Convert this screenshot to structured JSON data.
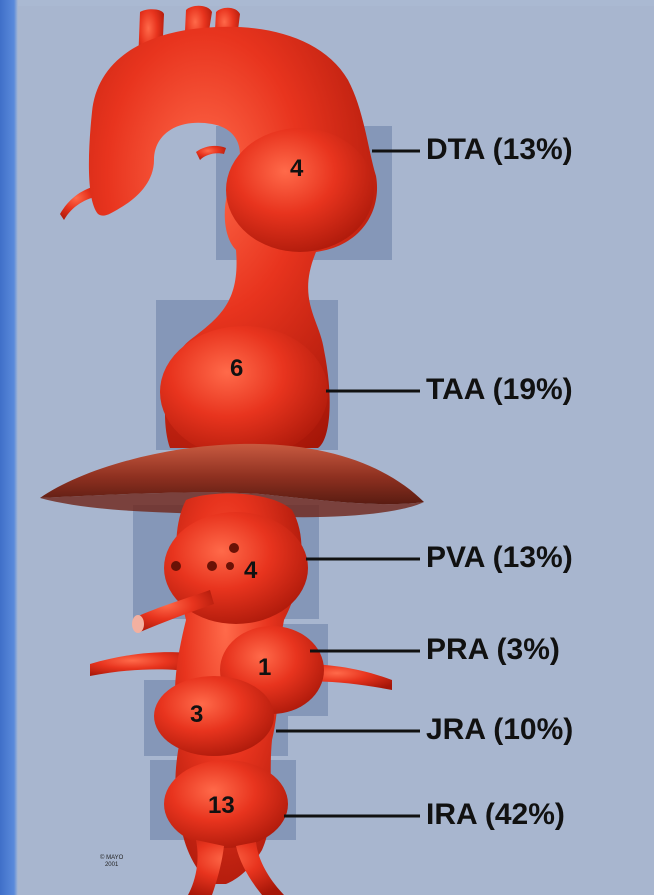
{
  "segments": [
    {
      "abbr_label": "DTA (13%)",
      "count": "4"
    },
    {
      "abbr_label": "TAA (19%)",
      "count": "6"
    },
    {
      "abbr_label": "PVA (13%)",
      "count": "4"
    },
    {
      "abbr_label": "PRA (3%)",
      "count": "1"
    },
    {
      "abbr_label": "JRA (10%)",
      "count": "3"
    },
    {
      "abbr_label": "IRA (42%)",
      "count": "13"
    }
  ],
  "copyright": [
    "© MAYO",
    "2001"
  ],
  "colors": {
    "background_panel": "#a8b6cf",
    "frame_blue": "#4a7ad0",
    "highlight_box": "#7f92b4",
    "aorta_red": "#e0301c",
    "diaphragm_brown": "#9a3a28"
  }
}
